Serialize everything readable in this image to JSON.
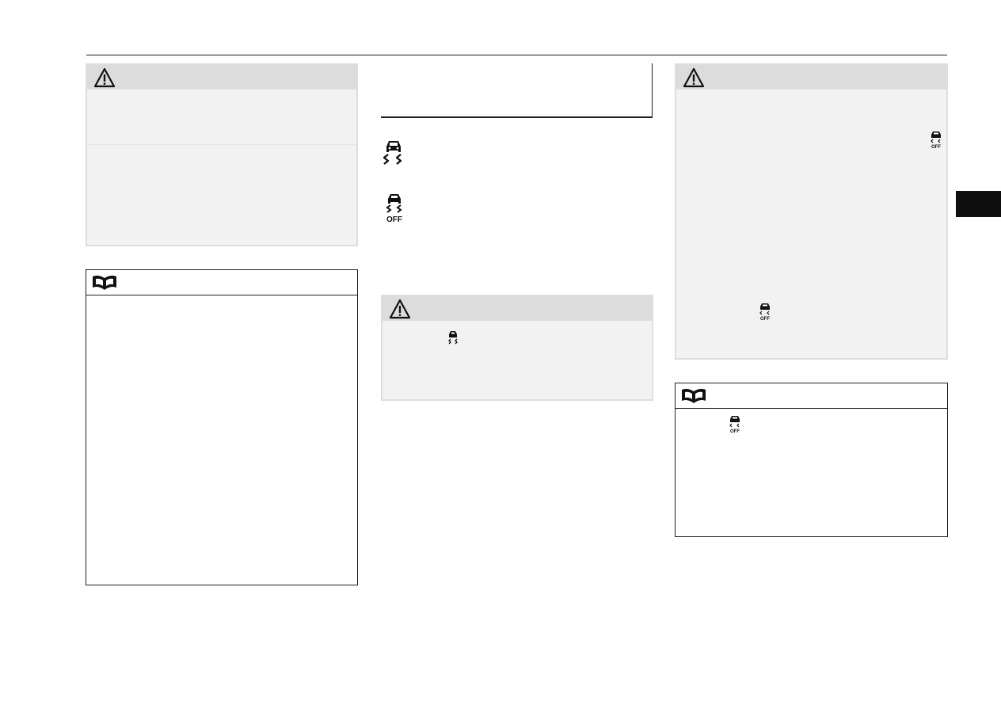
{
  "page": {
    "top_rule": "horizontal-rule",
    "side_tab_color": "#0f0f0f"
  },
  "icons": {
    "caution": "warning-triangle-icon",
    "note": "open-book-icon",
    "traction_control": "traction-control-icon",
    "traction_control_off": "traction-control-off-icon"
  },
  "labels": {
    "off_large": "OFF",
    "off_small": "OFF"
  },
  "colors": {
    "caution_header": "#dcdcdc",
    "caution_body": "#f2f2f2",
    "note_border": "#1f1f1f"
  }
}
